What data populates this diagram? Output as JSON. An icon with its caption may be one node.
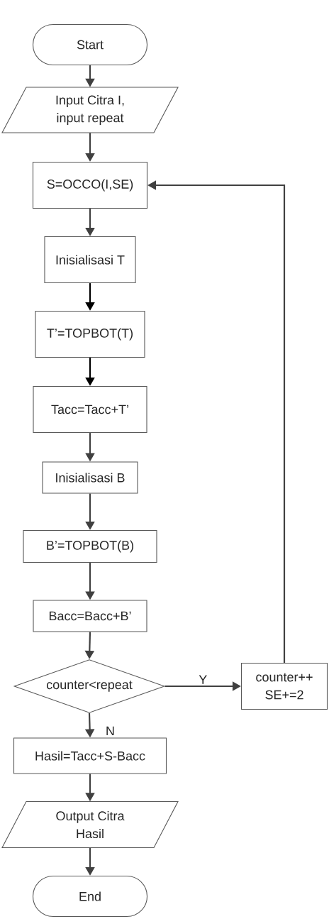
{
  "diagram": {
    "nodes": [
      {
        "text": [
          "Start"
        ]
      },
      {
        "text": [
          "Input Citra I, input repeat"
        ]
      },
      {
        "text": [
          "S=OCCO(I,SE)"
        ]
      },
      {
        "text": [
          "Inisialisasi T"
        ]
      },
      {
        "text": [
          "T’=TOPBOT(T)"
        ]
      },
      {
        "text": [
          "Tacc=Tacc+T’"
        ]
      },
      {
        "text": [
          "Inisialisasi B"
        ]
      },
      {
        "text": [
          "B’=TOPBOT(B)"
        ]
      },
      {
        "text": [
          "Bacc=Bacc+B’"
        ]
      },
      {
        "text": [
          "counter<repeat"
        ]
      },
      {
        "text": [
          "counter++ SE+=2"
        ]
      },
      {
        "text": [
          "Hasil=Tacc+S-Bacc"
        ]
      },
      {
        "text": [
          "Output Citra Hasil"
        ]
      },
      {
        "text": [
          "End"
        ]
      }
    ],
    "edges": [
      {
        "from": 0,
        "to": 1,
        "arrow": "to"
      },
      {
        "from": 1,
        "to": 2,
        "arrow": "to"
      },
      {
        "from": 2,
        "to": 3,
        "arrow": "to"
      },
      {
        "from": 3,
        "to": 4,
        "arrow": "to",
        "color": "#000000"
      },
      {
        "from": 4,
        "to": 5,
        "arrow": "to",
        "color": "#000000"
      },
      {
        "from": 5,
        "to": 6,
        "arrow": "to"
      },
      {
        "from": 6,
        "to": 7,
        "arrow": "to"
      },
      {
        "from": 7,
        "to": 8,
        "arrow": "to"
      },
      {
        "from": 8,
        "to": 9,
        "arrow": "to"
      },
      {
        "from": 9,
        "to": 10,
        "arrow": "to",
        "label": "Y"
      },
      {
        "from": 10,
        "to": 2,
        "arrow": "to"
      },
      {
        "from": 9,
        "to": 11,
        "arrow": "to",
        "label": "N"
      },
      {
        "from": 11,
        "to": 12,
        "arrow": "to"
      },
      {
        "from": 12,
        "to": 13,
        "arrow": "to"
      }
    ]
  }
}
